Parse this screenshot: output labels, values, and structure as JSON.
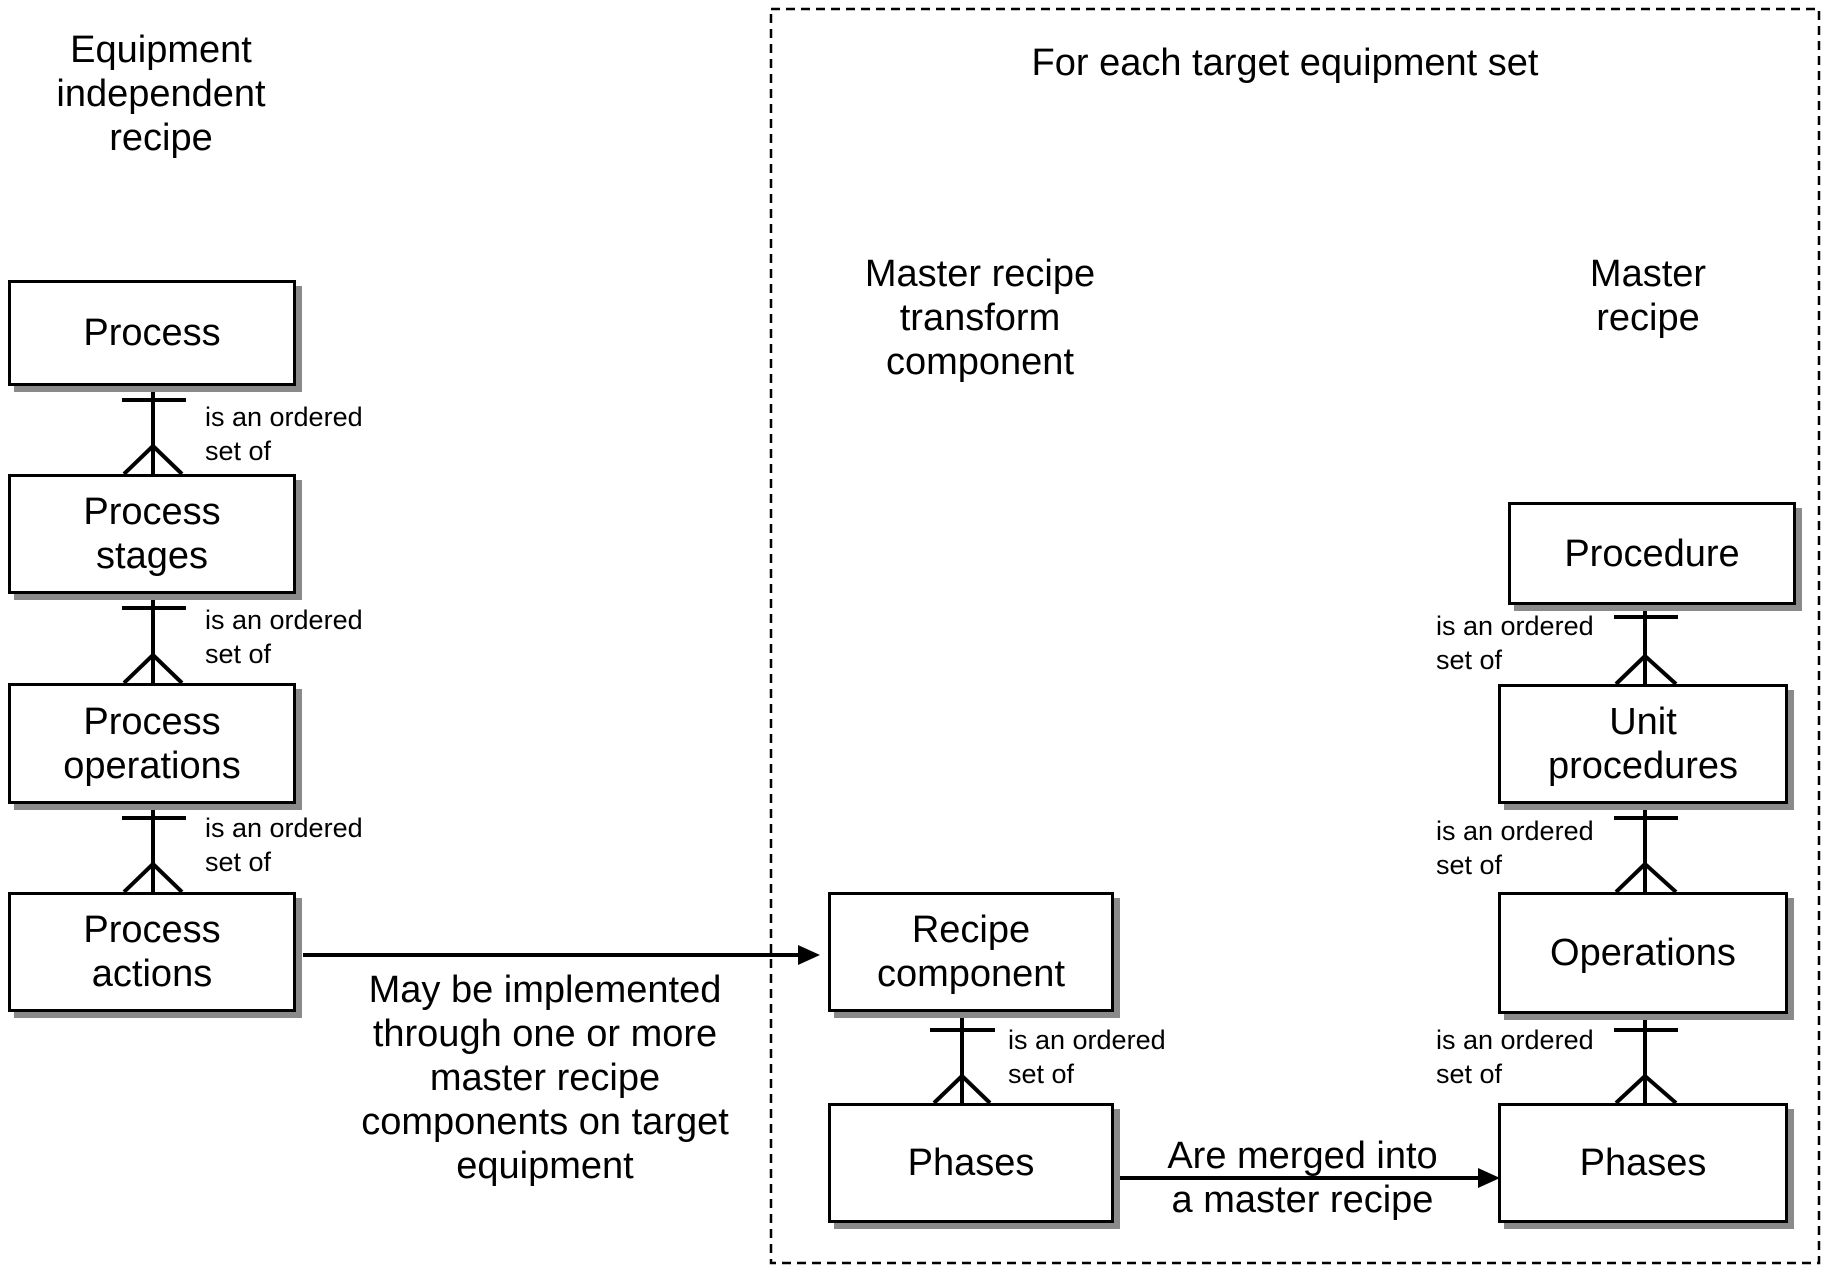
{
  "headings": {
    "equipment_independent": "Equipment\nindependent\nrecipe",
    "for_each_target": "For each target equipment set",
    "master_transform": "Master recipe\ntransform\ncomponent",
    "master_recipe": "Master\nrecipe"
  },
  "boxes": {
    "process": "Process",
    "process_stages": "Process\nstages",
    "process_operations": "Process\noperations",
    "process_actions": "Process\nactions",
    "recipe_component": "Recipe\ncomponent",
    "phases_left": "Phases",
    "procedure": "Procedure",
    "unit_procedures": "Unit\nprocedures",
    "operations": "Operations",
    "phases_right": "Phases"
  },
  "relationships": {
    "ordered_set": "is an ordered\nset of"
  },
  "notes": {
    "implemented": "May be implemented\nthrough one or more\nmaster recipe\ncomponents on target\nequipment",
    "merged": "Are merged into\na master recipe"
  }
}
